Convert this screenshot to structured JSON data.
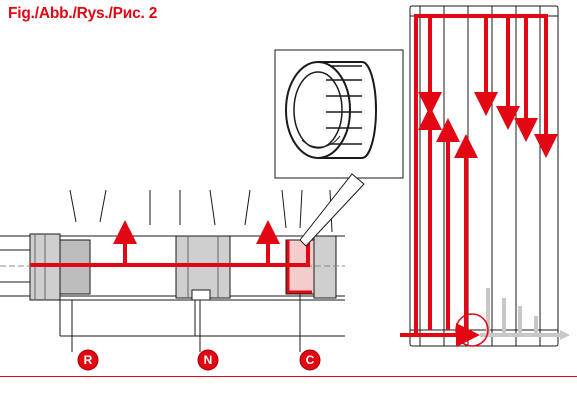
{
  "figure": {
    "title": "Fig./Abb./Rys./Рис. 2"
  },
  "markers": [
    {
      "id": "R",
      "label": "R"
    },
    {
      "id": "N",
      "label": "N"
    },
    {
      "id": "C",
      "label": "C"
    }
  ],
  "colors": {
    "accent": "#e30613",
    "flow": "#e30613",
    "line": "#1a1a1a",
    "part_fill": "#cfcfcf",
    "sleeve_fill": "#f4cccc",
    "ghost_arrow": "#c8c8c8"
  }
}
